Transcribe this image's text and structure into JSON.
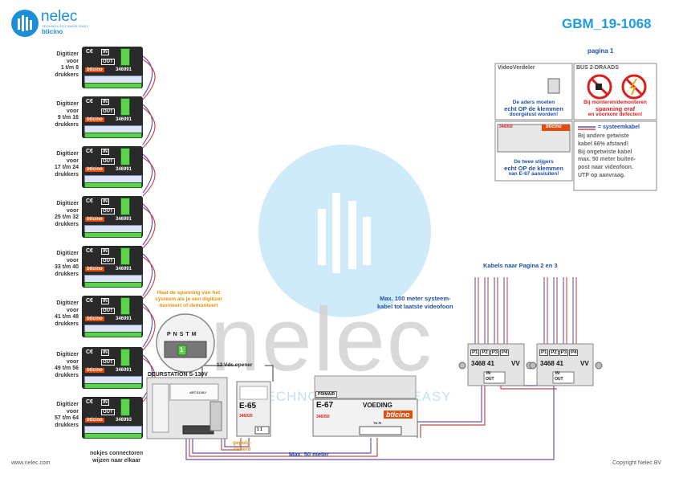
{
  "header": {
    "brand_name": "nelec",
    "brand_tagline": "TECHNOLOGY MADE EASY",
    "brand_sub": "bticino",
    "doc_code": "GBM_19-1068",
    "page_label": "pagina 1"
  },
  "digitizers": [
    {
      "line1": "Digitizer",
      "line2": "voor",
      "line3": "1 t/m 8",
      "line4": "drukkers",
      "model": "346991"
    },
    {
      "line1": "Digitizer",
      "line2": "voor",
      "line3": "9 t/m 16",
      "line4": "drukkers",
      "model": "346991"
    },
    {
      "line1": "Digitizer",
      "line2": "voor",
      "line3": "17 t/m 24",
      "line4": "drukkers",
      "model": "346991"
    },
    {
      "line1": "Digitizer",
      "line2": "voor",
      "line3": "25 t/m 32",
      "line4": "drukkers",
      "model": "346991"
    },
    {
      "line1": "Digitizer",
      "line2": "voor",
      "line3": "33 t/m 40",
      "line4": "drukkers",
      "model": "346991"
    },
    {
      "line1": "Digitizer",
      "line2": "voor",
      "line3": "41 t/m 48",
      "line4": "drukkers",
      "model": "346991"
    },
    {
      "line1": "Digitizer",
      "line2": "voor",
      "line3": "49 t/m 56",
      "line4": "drukkers",
      "model": "346991"
    },
    {
      "line1": "Digitizer",
      "line2": "voor",
      "line3": "57 t/m 64",
      "line4": "drukkers",
      "model": "346993"
    }
  ],
  "digitizer_module": {
    "brand": "bticino",
    "in_label": "IN",
    "out_label": "OUT"
  },
  "notes": {
    "warning_line1": "Haal de spanning van het",
    "warning_line2": "systeem als je een digitizer",
    "warning_line3": "monteert of demonteert",
    "dip_labels": [
      "P",
      "N",
      "S",
      "T",
      "M"
    ],
    "dip_value": "1",
    "deurstation": "DEURSTATION S-130V",
    "art_label": "ART.S130V",
    "opener": "12 Vdc opener",
    "gepola_line1": "gepola-",
    "gepola_line2": "riseerd",
    "max50": "Max. 50 meter",
    "nokjes_line1": "nokjes connectoren",
    "nokjes_line2": "wijzen naar elkaar",
    "max100_line1": "Max. 100 meter systeem-",
    "max100_line2": "kabel tot laatste videofoon",
    "kabels": "Kabels naar Pagina 2 en 3"
  },
  "e65": {
    "name": "E-65",
    "code": "346020",
    "terminals": "1 1"
  },
  "e67": {
    "name": "E-67",
    "voeding": "VOEDING",
    "brand": "bticino",
    "code": "346050",
    "primair": "PRIMAIR",
    "terminal_labels": "TK PI"
  },
  "splitters": [
    {
      "ports": [
        "P1",
        "P2",
        "P3",
        "P4"
      ],
      "model": "3468 41",
      "vv": "VV",
      "in_label": "IN",
      "out_label": "OUT"
    },
    {
      "ports": [
        "P1",
        "P2",
        "P3",
        "P4"
      ],
      "model": "3468 41",
      "vv": "VV",
      "in_label": "IN",
      "out_label": "OUT"
    }
  ],
  "legend": {
    "videoverdeler_title": "VideoVerdeler",
    "videoverdeler_note1": "De aders moeten",
    "videoverdeler_note2": "echt OP de klemmen",
    "videoverdeler_note3": "doorgelust worden!",
    "bus_title": "BUS 2-DRAADS",
    "bus_note1": "Bij monteren/demonteren",
    "bus_note2": "spanning eraf",
    "bus_note3": "en voorkom defecten!",
    "psu_code": "346050",
    "psu_brand": "bticino",
    "psu_note1": "De twee stijgers",
    "psu_note2": "echt OP de klemmen",
    "psu_note3": "van E-67 aansluiten!",
    "cable_title": "= systeemkabel",
    "cable_text": [
      "Bij andere getwiste",
      "kabel 66% afstand!",
      "Bij ongetwiste kabel",
      "max. 50 meter buiten-",
      "post naar videofoon.",
      "UTP op aanvraag."
    ]
  },
  "footer": {
    "left": "www.nelec.com",
    "right": "Copyright Nelec BV"
  },
  "watermark": {
    "word": "nelec",
    "tagline": "TECHNOLOGY MADE EASY"
  },
  "colors": {
    "brand_blue": "#1d8fd6",
    "title_blue": "#1e9be0",
    "note_orange": "#e8930a",
    "text_blue": "#1f4fa8",
    "warning_red": "#d62020",
    "wire_purple": "#6a4fb0"
  }
}
